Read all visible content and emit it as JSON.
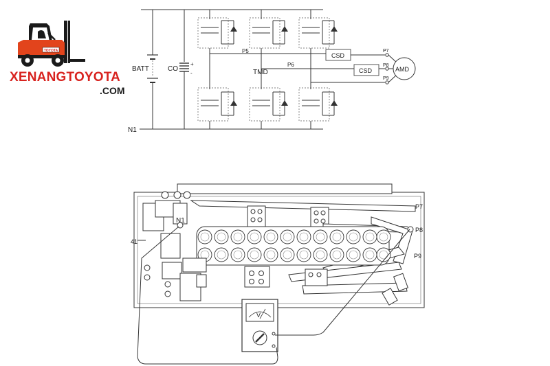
{
  "logo": {
    "brand": "XENANGTOYOTA",
    "domain": ".COM",
    "plate_text": "TOYOTA",
    "colors": {
      "red": "#d8231f",
      "orange": "#e2441c",
      "dark": "#1a1a1a"
    }
  },
  "circuit": {
    "labels": {
      "batt": "BATT",
      "capacitor": "CO",
      "plus": "+",
      "minus": "-",
      "n1": "N1",
      "p5": "P5",
      "p6": "P6",
      "tmd": "TMD",
      "csd_top": "CSD",
      "csd_bottom": "CSD",
      "p7": "P7",
      "p8": "P8",
      "p9": "P9",
      "motor": "AMD"
    }
  },
  "assembly": {
    "labels": {
      "n1": "N1",
      "p7": "P7",
      "p8": "P8",
      "p9": "P9",
      "left_mark": "41"
    },
    "voltmeter": {
      "dial_label": "V"
    }
  }
}
